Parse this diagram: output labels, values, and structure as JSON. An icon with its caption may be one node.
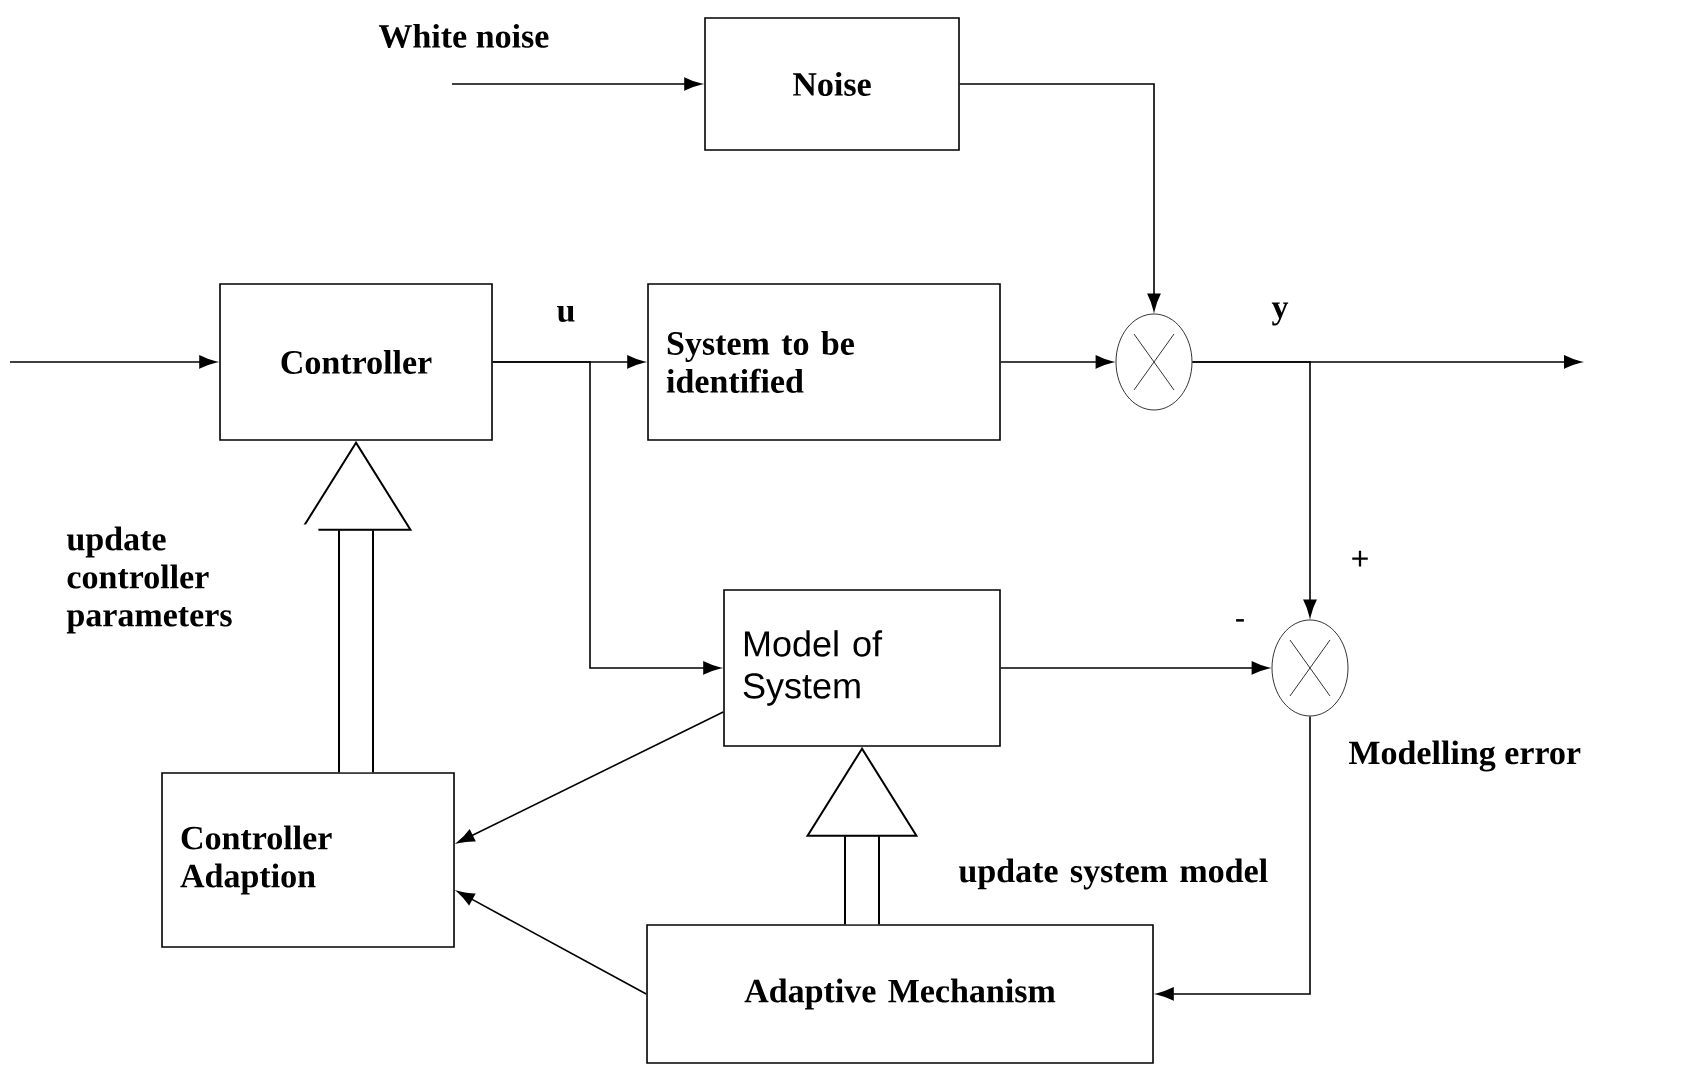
{
  "diagram": {
    "nodes": [
      {
        "text": [
          "Noise"
        ]
      },
      {
        "text": [
          "Controller"
        ]
      },
      {
        "text": [
          "System to be identified"
        ]
      },
      {
        "text": [],
        "shape": "circle"
      },
      {
        "text": [
          "Model of System"
        ]
      },
      {
        "text": [],
        "shape": "circle",
        "beside": [
          "Modelling error"
        ]
      },
      {
        "text": [
          "Controller Adaption"
        ]
      },
      {
        "text": [
          "Adaptive Mechanism"
        ]
      }
    ],
    "edges": [
      {
        "from": null,
        "to": 0,
        "arrow": "to",
        "label": "White noise"
      },
      {
        "from": 0,
        "to": 3,
        "arrow": "to"
      },
      {
        "from": null,
        "to": 1,
        "arrow": "to"
      },
      {
        "from": 1,
        "to": 2,
        "arrow": "to",
        "label": "u"
      },
      {
        "from": 1,
        "to": 4,
        "arrow": "to"
      },
      {
        "from": 2,
        "to": 3,
        "arrow": "to"
      },
      {
        "from": 3,
        "to": null,
        "arrow": "to",
        "label": "y"
      },
      {
        "from": 3,
        "to": 5,
        "arrow": "to"
      },
      {
        "from": 4,
        "to": 5,
        "arrow": "to"
      },
      {
        "from": 5,
        "to": 7,
        "arrow": "to"
      },
      {
        "from": 6,
        "to": 1,
        "arrow": "to",
        "style": "thick",
        "label": "update controller parameters"
      },
      {
        "from": 7,
        "to": 4,
        "arrow": "to",
        "style": "thick",
        "label": "update system model"
      },
      {
        "from": 4,
        "to": 6,
        "arrow": "to"
      },
      {
        "from": 7,
        "to": 6,
        "arrow": "to"
      }
    ],
    "labels": [
      "+",
      "-"
    ]
  }
}
